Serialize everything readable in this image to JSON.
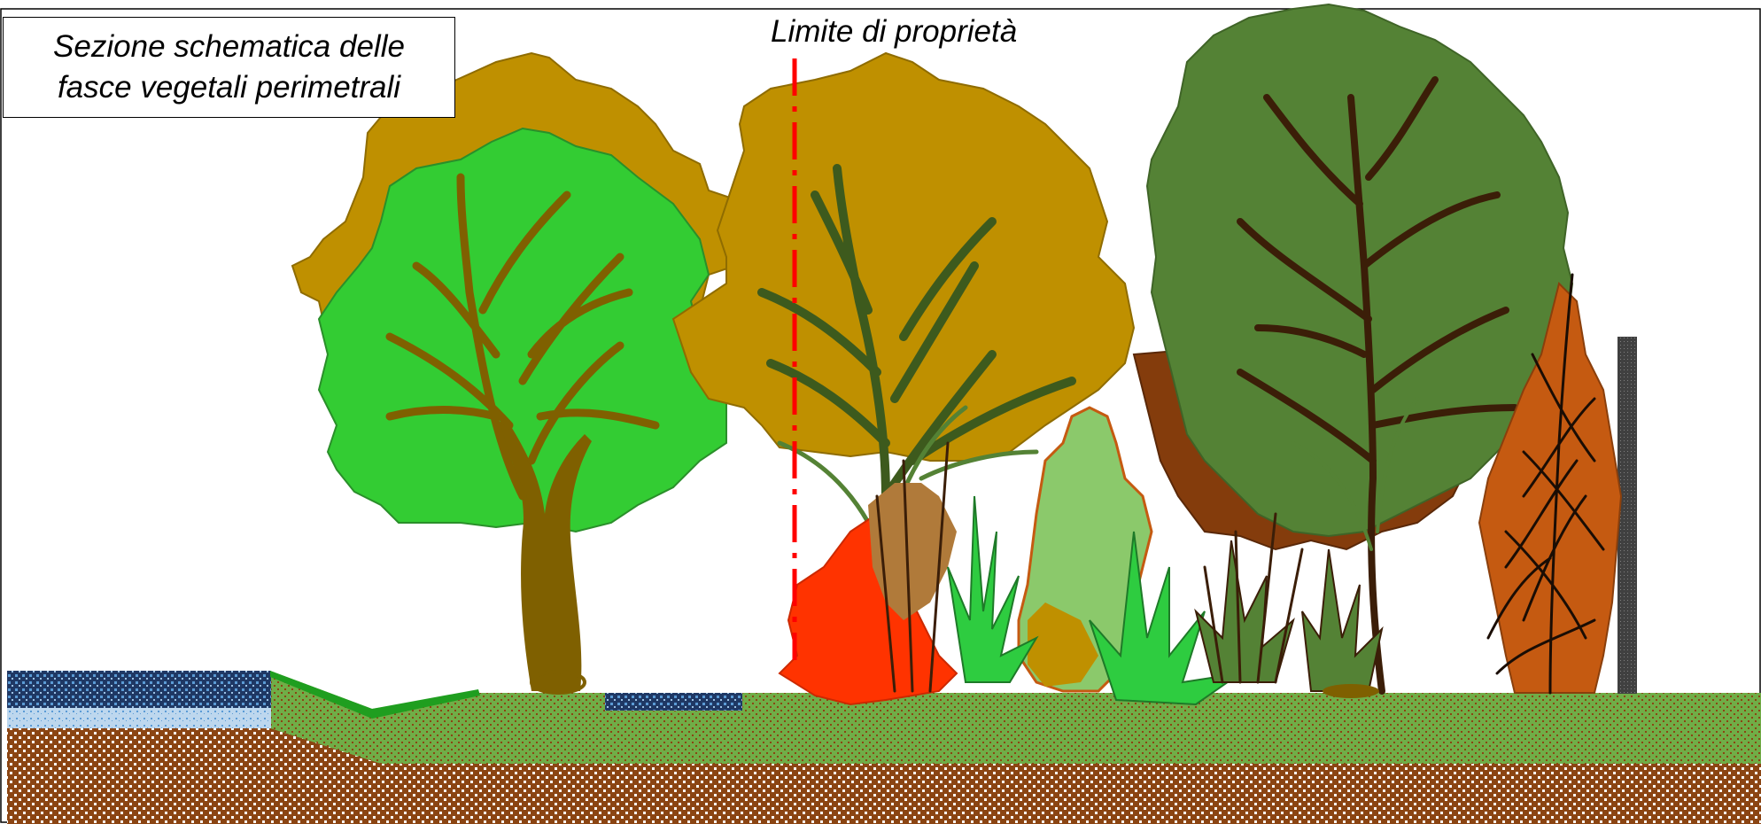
{
  "diagram": {
    "title_line1": "Sezione schematica delle",
    "title_line2": "fasce vegetali perimetrali",
    "boundary_label": "Limite di proprietà"
  },
  "colors": {
    "tree_crown_ochre": "#bf9000",
    "tree_crown_light_green": "#33cc33",
    "tree_crown_olive_green": "#548235",
    "tree_crown_brown": "#843c0c",
    "shrub_orange_red": "#ff3300",
    "shrub_copper": "#c55a11",
    "shrub_pale_green": "#8bc96b",
    "grass_green": "#2ecc40",
    "trunk_brown": "#7f6000",
    "branch_dark": "#3b1e08",
    "boundary_line": "#ff0000",
    "soil_brown": "#8b4513",
    "topsoil_green": "#70ad47",
    "water_blue": "#1f3864",
    "gravel_light_blue": "#bdd7ee",
    "fence_post": "#404040"
  },
  "icons": [
    "tree-icon",
    "shrub-icon",
    "grass-icon",
    "fence-post-icon"
  ]
}
